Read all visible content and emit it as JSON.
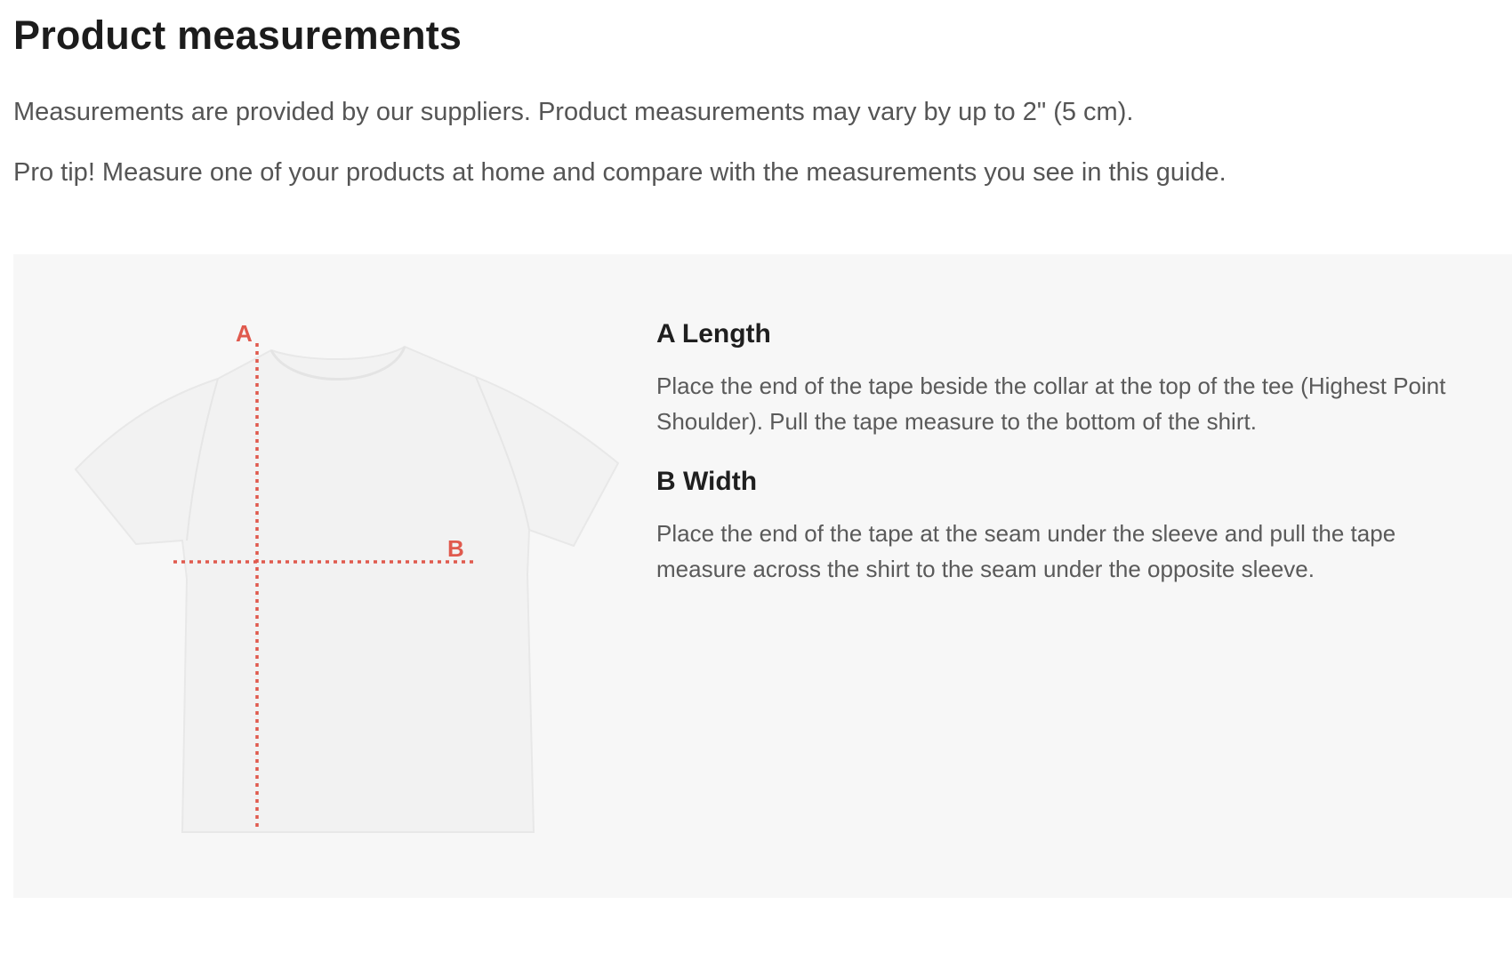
{
  "page": {
    "title": "Product measurements",
    "intro_lines": [
      "Measurements are provided by our suppliers. Product measurements may vary by up to 2\" (5 cm).",
      "Pro tip! Measure one of your products at home and compare with the measurements you see in this guide."
    ]
  },
  "diagram": {
    "marker_a": "A",
    "marker_b": "B",
    "marker_color": "#e05a4e",
    "shirt_color": "#f2f2f2"
  },
  "measurements": [
    {
      "heading": "A Length",
      "description": "Place the end of the tape beside the collar at the top of the tee (Highest Point Shoulder). Pull the tape measure to the bottom of the shirt."
    },
    {
      "heading": "B Width",
      "description": "Place the end of the tape at the seam under the sleeve and pull the tape measure across the shirt to the seam under the opposite sleeve."
    }
  ]
}
